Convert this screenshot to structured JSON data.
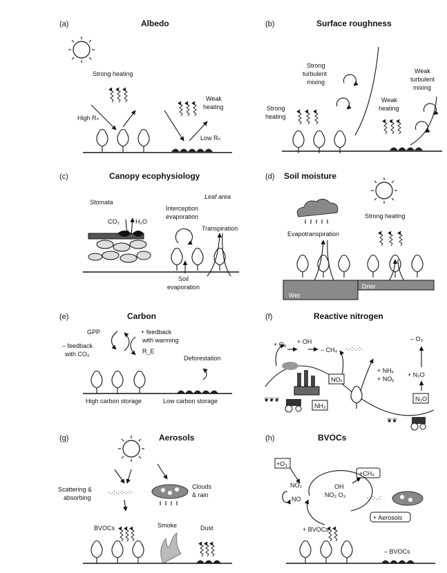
{
  "panels": {
    "a": {
      "letter": "(a)",
      "title": "Albedo",
      "strong_heating": "Strong heating",
      "high_rn": "High Rₙ",
      "weak_heating_1": "Weak",
      "weak_heating_2": "heating",
      "low_rn": "Low Rₙ"
    },
    "b": {
      "letter": "(b)",
      "title": "Surface roughness",
      "strong_mix_1": "Strong",
      "strong_mix_2": "turbulent",
      "strong_mix_3": "mixing",
      "strong_heat_1": "Strong",
      "strong_heat_2": "heating",
      "weak_heat_1": "Weak",
      "weak_heat_2": "heating",
      "weak_mix_1": "Weak",
      "weak_mix_2": "turbulent",
      "weak_mix_3": "mixing"
    },
    "c": {
      "letter": "(c)",
      "title": "Canopy ecophysiology",
      "stomata": "Stomata",
      "leaf_area": "Leaf area",
      "co2": "CO₂",
      "h2o": "H₂O",
      "interception_1": "Interception",
      "interception_2": "evaporation",
      "transpiration": "Transpiration",
      "soil_1": "Soil",
      "soil_2": "evaporation"
    },
    "d": {
      "letter": "(d)",
      "title": "Soil moisture",
      "evapotranspiration": "Evapotranspiration",
      "strong_heating": "Strong heating",
      "wet": "Wet",
      "drier": "Drier"
    },
    "e": {
      "letter": "(e)",
      "title": "Carbon",
      "gpp": "GPP",
      "neg_fb_1": "– feedback",
      "neg_fb_2": "with CO₂",
      "pos_fb_1": "+ feedback",
      "pos_fb_2": "with warming",
      "re": "R_E",
      "deforestation": "Deforestation",
      "high_storage": "High carbon storage",
      "low_storage": "Low carbon storage"
    },
    "f": {
      "letter": "(f)",
      "title": "Reactive nitrogen",
      "plus_o3": "+ O₃",
      "plus_oh": "+ OH",
      "minus_ch4": "– CH₄",
      "minus_o3": "– O₃",
      "plus_nhx": "+ NHₓ",
      "plus_noy": "+ NOᵧ",
      "plus_n2o": "+ N₂O",
      "no_box": "NOₓ",
      "nh3_box": "NH₃",
      "n2o_box": "N₂O"
    },
    "g": {
      "letter": "(g)",
      "title": "Aerosols",
      "scatter_1": "Scattering &",
      "scatter_2": "absorbing",
      "clouds_1": "Clouds",
      "clouds_2": "& rain",
      "bvocs": "BVOCs",
      "smoke": "Smoke",
      "dust": "Dust"
    },
    "h": {
      "letter": "(h)",
      "title": "BVOCs",
      "plus_o3": "+O₃",
      "plus_ch4": "+CH₄",
      "no2": "NO₂",
      "no": "NO",
      "oh": "OH",
      "no3_o3": "NO₃ O₃",
      "plus_aerosols": "+ Aerosols",
      "plus_bvocs": "+ BVOCs",
      "minus_bvocs": "– BVOCs"
    }
  }
}
